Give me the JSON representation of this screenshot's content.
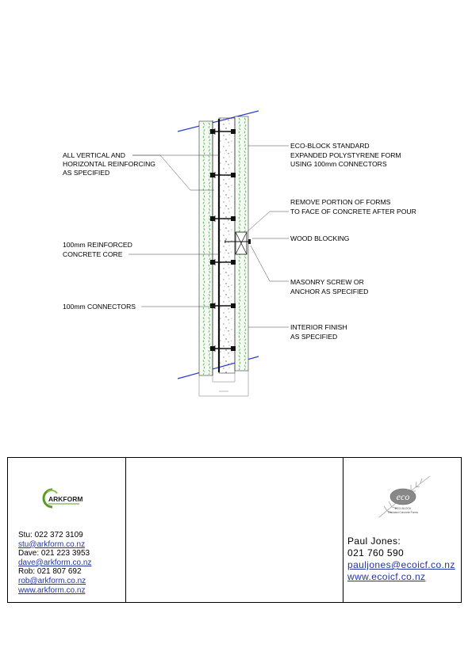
{
  "labels": {
    "reinforcing_1": "ALL VERTICAL AND",
    "reinforcing_2": "HORIZONTAL REINFORCING",
    "reinforcing_3": "AS SPECIFIED",
    "core_1": "100mm REINFORCED",
    "core_2": "CONCRETE CORE",
    "connectors": "100mm CONNECTORS",
    "form_1": "ECO-BLOCK STANDARD",
    "form_2": "EXPANDED POLYSTYRENE FORM",
    "form_3": "USING 100mm CONNECTORS",
    "remove_1": "REMOVE PORTION OF FORMS",
    "remove_2": "TO FACE OF CONCRETE AFTER POUR",
    "blocking": "WOOD BLOCKING",
    "screw_1": "MASONRY SCREW OR",
    "screw_2": "ANCHOR AS SPECIFIED",
    "finish_1": "INTERIOR FINISH",
    "finish_2": "AS SPECIFIED"
  },
  "arkform": {
    "logo_text": "ARKFORM",
    "contacts": [
      {
        "text": "Stu:  022  372  3109",
        "link": false
      },
      {
        "text": "stu@arkform.co.nz",
        "link": true
      },
      {
        "text": "Dave:  021  223  3953",
        "link": false
      },
      {
        "text": "dave@arkform.co.nz",
        "link": true
      },
      {
        "text": "Rob:  021  807  692",
        "link": false
      },
      {
        "text": "rob@arkform.co.nz",
        "link": true
      },
      {
        "text": "www.arkform.co.nz",
        "link": true
      }
    ]
  },
  "eco": {
    "logo_text": "eco",
    "logo_sub1": "ECO-BLOCK",
    "logo_sub2": "Insulated Concrete Forms",
    "name": "Paul  Jones:",
    "phone": "021  760  590",
    "email": "pauljones@ecoicf.co.nz",
    "web": "www.ecoicf.co.nz"
  },
  "colors": {
    "cut_line": "#2d3bd0",
    "foam_hatch": "#3ca03c",
    "link": "#2233aa",
    "logo_green": "#5a9a2a"
  }
}
